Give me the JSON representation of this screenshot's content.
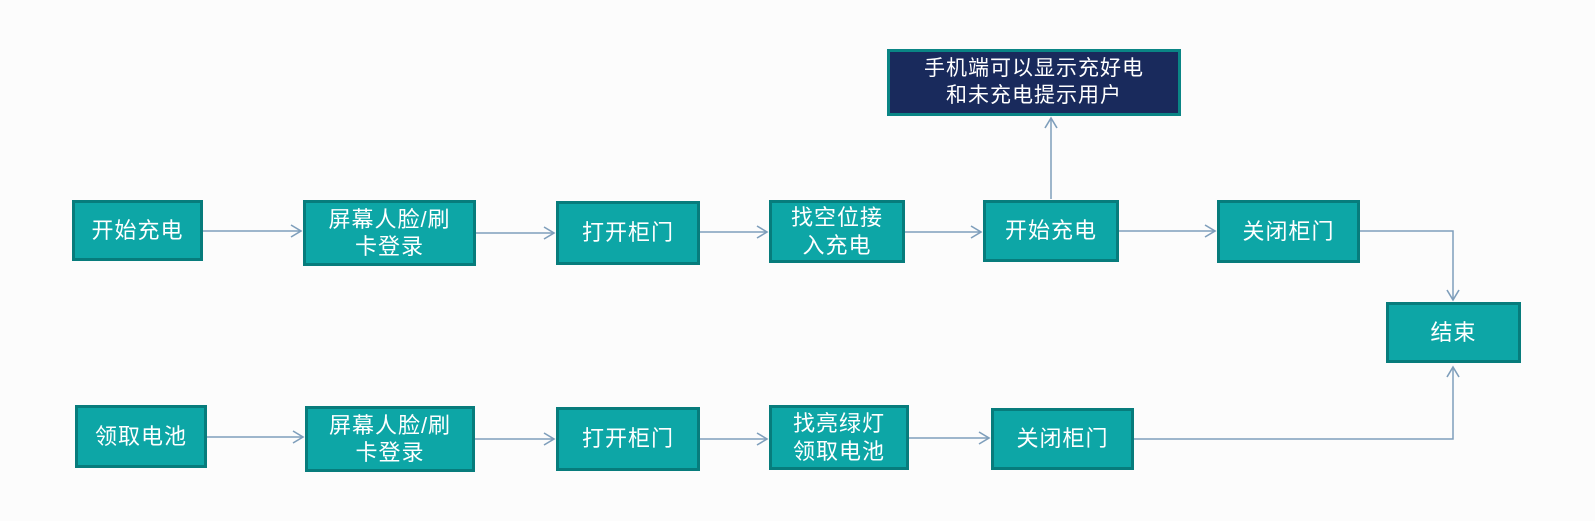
{
  "diagram_type": "flowchart",
  "colors": {
    "background": "#FCFCFC",
    "node_fill": "#0DA6A6",
    "node_border": "#077C7C",
    "note_fill": "#192A5C",
    "note_border": "#0A8585",
    "connector": "#7E9EBB",
    "text": "#FFFFFF"
  },
  "charge_flow": {
    "nodes": [
      {
        "label": "开始充电"
      },
      {
        "label": "屏幕人脸/刷\n卡登录"
      },
      {
        "label": "打开柜门"
      },
      {
        "label": "找空位接\n入充电"
      },
      {
        "label": "开始充电"
      },
      {
        "label": "关闭柜门"
      }
    ]
  },
  "pickup_flow": {
    "nodes": [
      {
        "label": "领取电池"
      },
      {
        "label": "屏幕人脸/刷\n卡登录"
      },
      {
        "label": "打开柜门"
      },
      {
        "label": "找亮绿灯\n领取电池"
      },
      {
        "label": "关闭柜门"
      }
    ]
  },
  "note": {
    "label": "手机端可以显示充好电\n和未充电提示用户"
  },
  "end_node": {
    "label": "结束"
  }
}
